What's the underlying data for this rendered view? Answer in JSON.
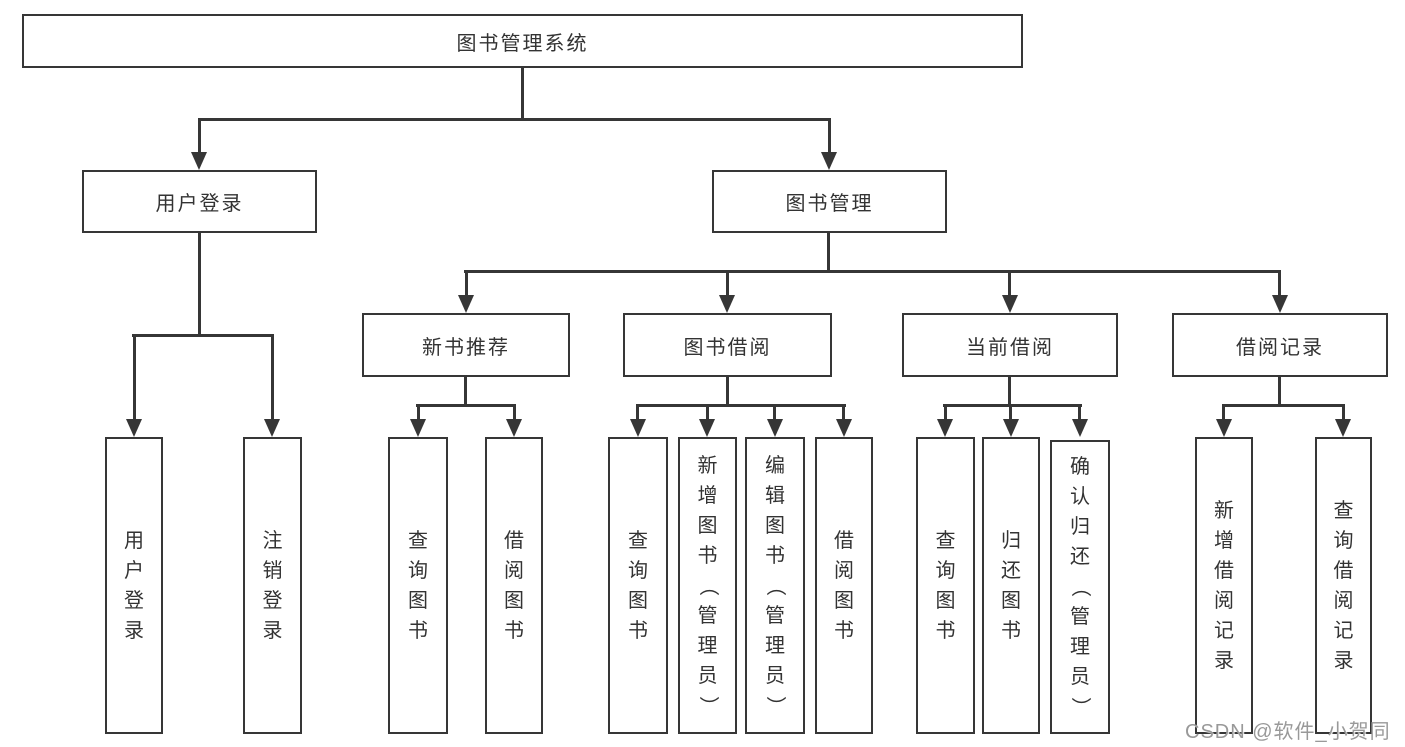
{
  "tree": {
    "label": "图书管理系统",
    "children": [
      {
        "label": "用户登录",
        "children": [
          {
            "label": "用户登录"
          },
          {
            "label": "注销登录"
          }
        ]
      },
      {
        "label": "图书管理",
        "children": [
          {
            "label": "新书推荐",
            "children": [
              {
                "label": "查询图书"
              },
              {
                "label": "借阅图书"
              }
            ]
          },
          {
            "label": "图书借阅",
            "children": [
              {
                "label": "查询图书"
              },
              {
                "label": "新增图书（管理员）"
              },
              {
                "label": "编辑图书（管理员）"
              },
              {
                "label": "借阅图书"
              }
            ]
          },
          {
            "label": "当前借阅",
            "children": [
              {
                "label": "查询图书"
              },
              {
                "label": "归还图书"
              },
              {
                "label": "确认归还（管理员）"
              }
            ]
          },
          {
            "label": "借阅记录",
            "children": [
              {
                "label": "新增借阅记录"
              },
              {
                "label": "查询借阅记录"
              }
            ]
          }
        ]
      }
    ]
  },
  "watermark": {
    "text": "CSDN @软件_小贺同学"
  },
  "colors": {
    "line": "#363636",
    "box_background": "#ffffff",
    "text": "#333333",
    "watermark": "#999999"
  }
}
